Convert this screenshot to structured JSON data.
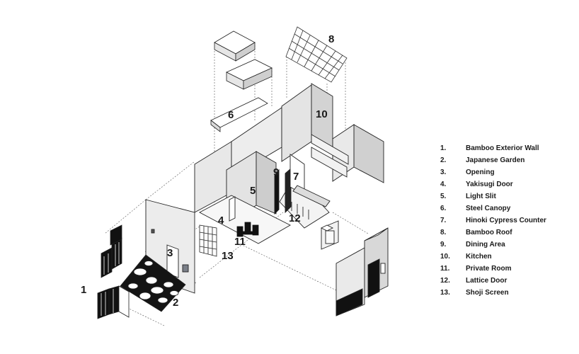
{
  "callouts": [
    "1",
    "2",
    "3",
    "4",
    "5",
    "6",
    "7",
    "8",
    "9",
    "10",
    "11",
    "12",
    "13"
  ],
  "legend": [
    {
      "num": "1.",
      "label": "Bamboo Exterior Wall"
    },
    {
      "num": "2.",
      "label": "Japanese Garden"
    },
    {
      "num": "3.",
      "label": "Opening"
    },
    {
      "num": "4.",
      "label": "Yakisugi Door"
    },
    {
      "num": "5.",
      "label": "Light Slit"
    },
    {
      "num": "6.",
      "label": "Steel Canopy"
    },
    {
      "num": "7.",
      "label": "Hinoki Cypress Counter"
    },
    {
      "num": "8.",
      "label": "Bamboo Roof"
    },
    {
      "num": "9.",
      "label": "Dining Area"
    },
    {
      "num": "10.",
      "label": "Kitchen"
    },
    {
      "num": "11.",
      "label": "Private  Room"
    },
    {
      "num": "12.",
      "label": "Lattice Door"
    },
    {
      "num": "13.",
      "label": "Shoji Screen"
    }
  ]
}
